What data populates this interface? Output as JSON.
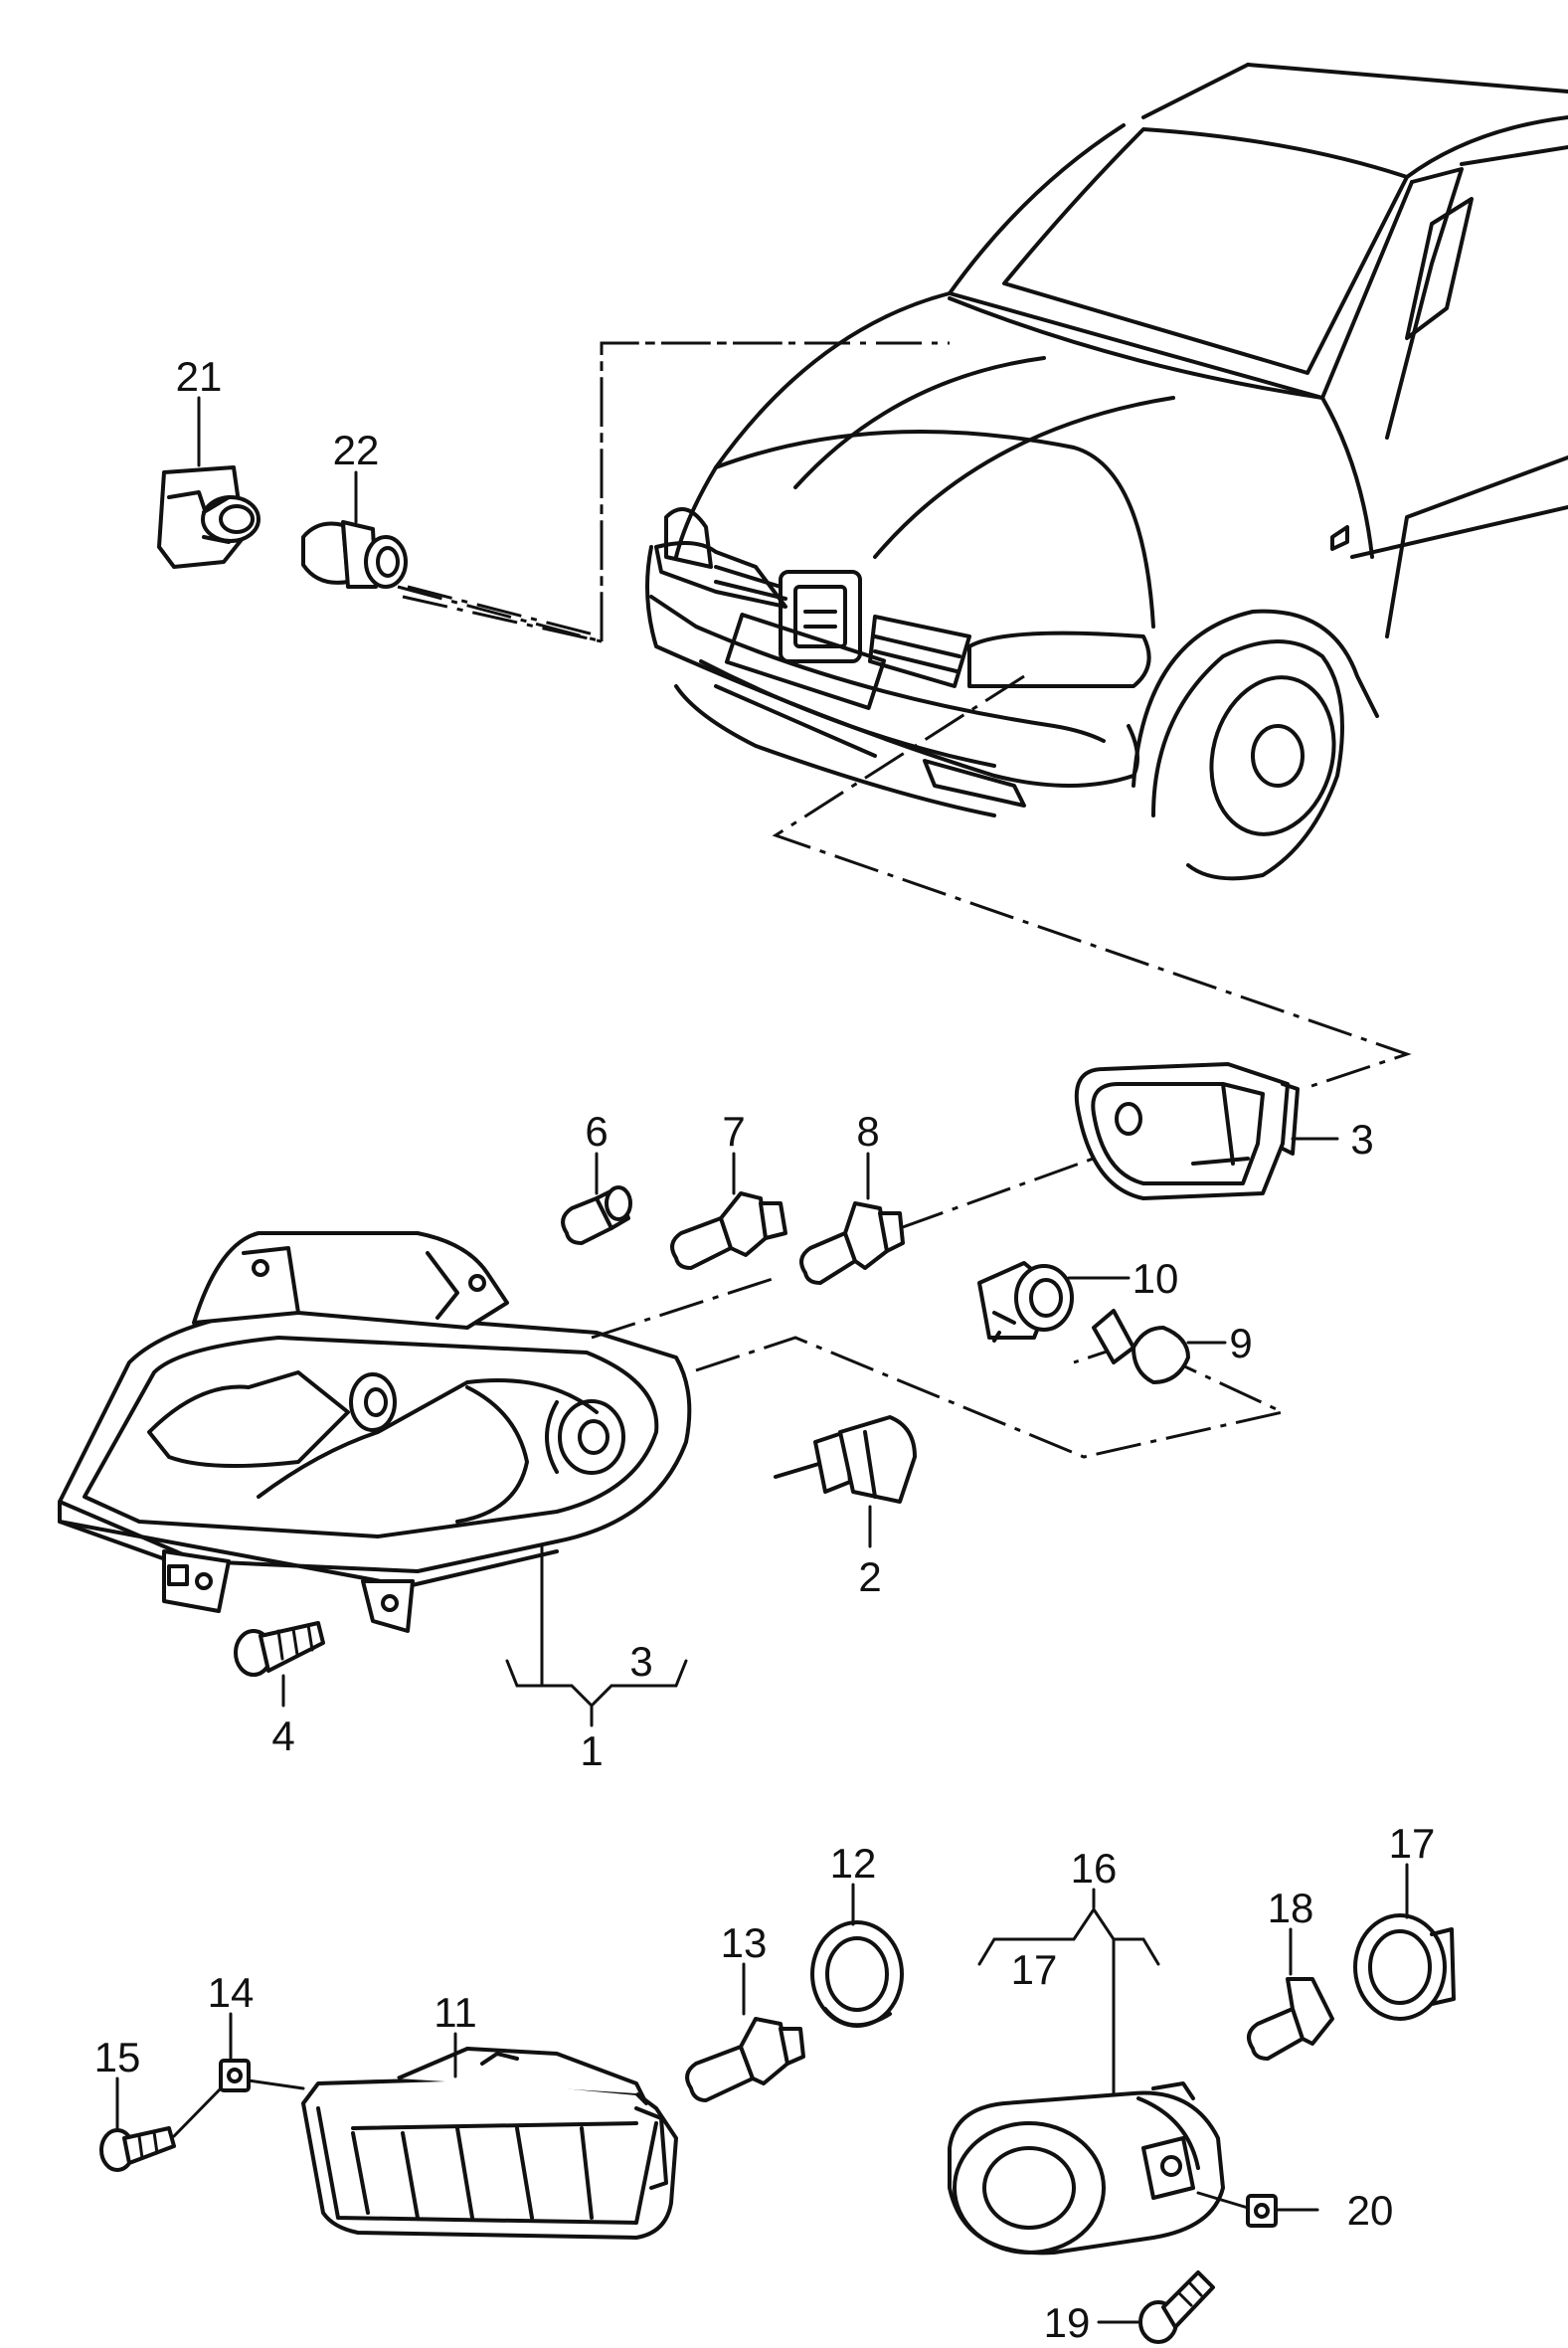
{
  "callouts": {
    "c1": "1",
    "c2": "2",
    "c3a": "3",
    "c3b": "3",
    "c4": "4",
    "c6": "6",
    "c7": "7",
    "c8": "8",
    "c9": "9",
    "c10": "10",
    "c11": "11",
    "c12": "12",
    "c13": "13",
    "c14": "14",
    "c15": "15",
    "c16": "16",
    "c17a": "17",
    "c17b": "17",
    "c18": "18",
    "c19": "19",
    "c20": "20",
    "c21": "21",
    "c22": "22"
  },
  "colors": {
    "line": "#111111",
    "background": "#ffffff"
  }
}
